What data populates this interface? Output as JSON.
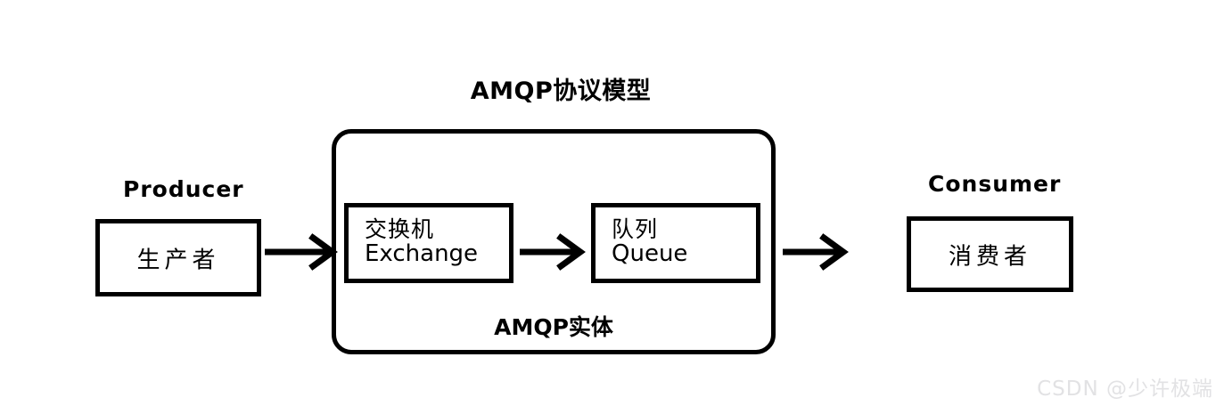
{
  "diagram": {
    "title": "AMQP协议模型",
    "entity_label": "AMQP实体",
    "watermark": "CSDN @少许极端",
    "stroke_color": "#000000",
    "background_color": "#ffffff",
    "watermark_color": "#e2e2e4"
  },
  "nodes": {
    "producer": {
      "outside_label": "Producer",
      "box_text": "生产者"
    },
    "consumer": {
      "outside_label": "Consumer",
      "box_text": "消费者"
    },
    "exchange": {
      "line_cjk": "交换机",
      "line_latin": "Exchange"
    },
    "queue": {
      "line_cjk": "队列",
      "line_latin": "Queue"
    }
  },
  "arrows": [
    {
      "name": "producer-to-exchange",
      "from": "producer",
      "to": "amqp-container"
    },
    {
      "name": "exchange-to-queue",
      "from": "exchange",
      "to": "queue"
    },
    {
      "name": "queue-to-consumer",
      "from": "amqp-container",
      "to": "consumer"
    }
  ]
}
